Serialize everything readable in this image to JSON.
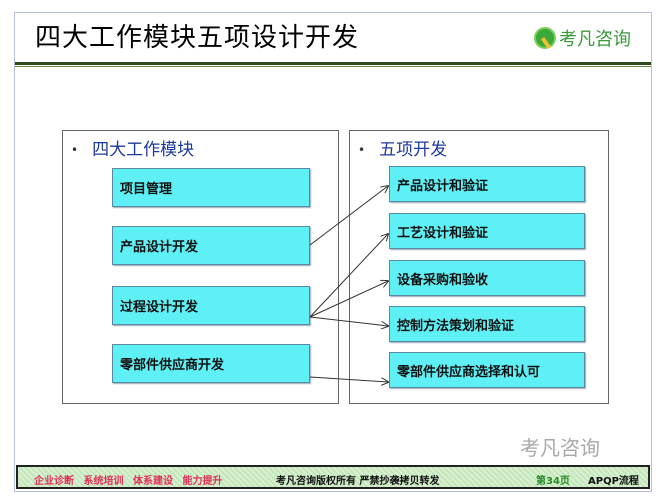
{
  "title": "四大工作模块五项设计开发",
  "logo": {
    "text": "考凡咨询"
  },
  "left_panel": {
    "heading": "四大工作模块",
    "items": [
      "项目管理",
      "产品设计开发",
      "过程设计开发",
      "零部件供应商开发"
    ]
  },
  "right_panel": {
    "heading": "五项开发",
    "items": [
      "产品设计和验证",
      "工艺设计和验证",
      "设备采购和验收",
      "控制方法策划和验证",
      "零部件供应商选择和认可"
    ]
  },
  "arrows": [
    {
      "from": "产品设计开发",
      "to": "产品设计和验证"
    },
    {
      "from": "过程设计开发",
      "to": "工艺设计和验证"
    },
    {
      "from": "过程设计开发",
      "to": "设备采购和验收"
    },
    {
      "from": "过程设计开发",
      "to": "控制方法策划和验证"
    },
    {
      "from": "零部件供应商开发",
      "to": "零部件供应商选择和认可"
    }
  ],
  "footer": {
    "slogans": "企业诊断 系统培训 体系建设 能力提升",
    "copyright": "考凡咨询版权所有 严禁抄袭拷贝转发",
    "page": "第34页",
    "section": "APQP流程"
  },
  "watermark": "考凡咨询",
  "colors": {
    "box_fill": "#5ff0f5",
    "heading": "#1f3a9a",
    "footer_red": "#e0305a"
  }
}
